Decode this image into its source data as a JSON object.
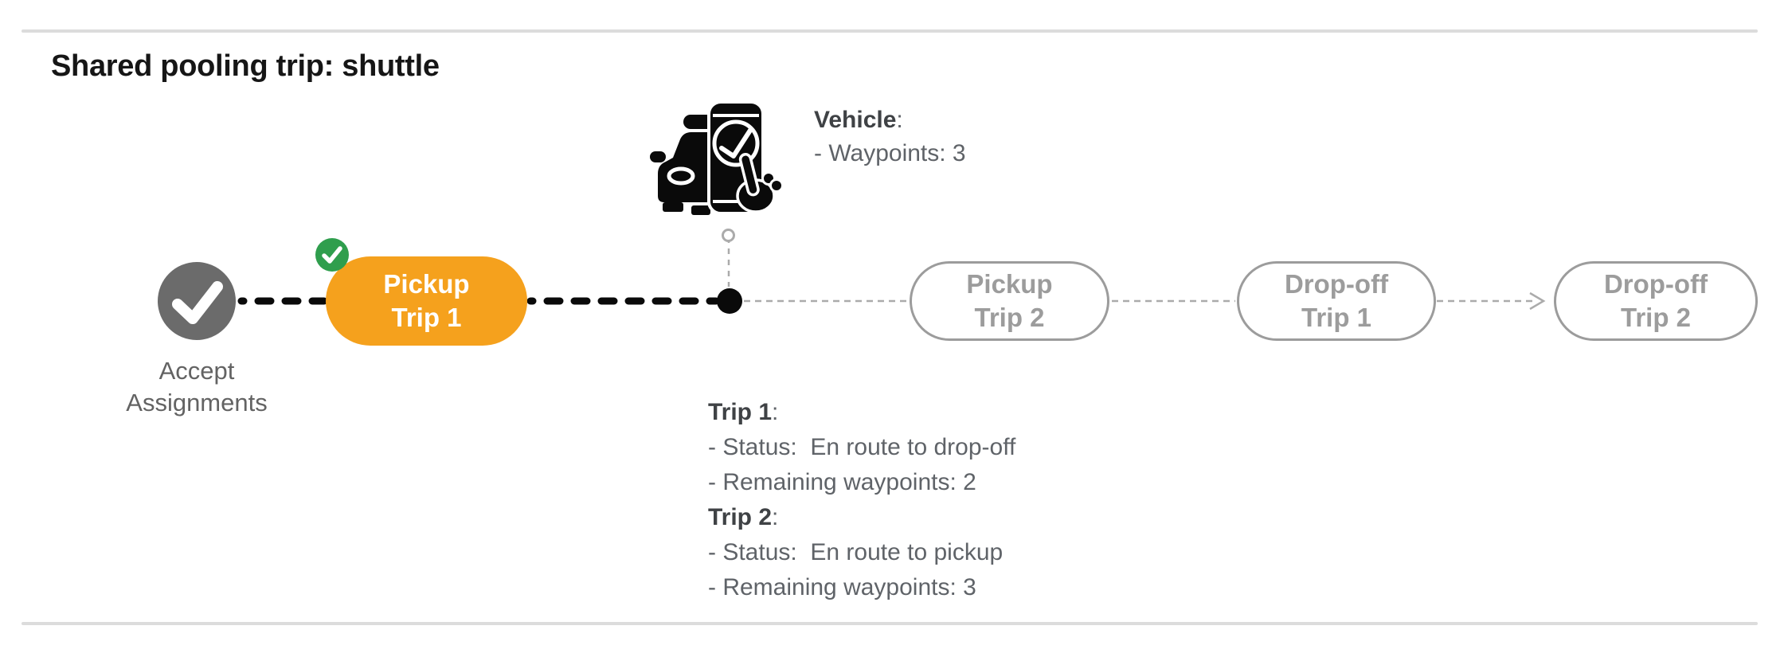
{
  "header": {
    "title": "Shared pooling trip: shuttle"
  },
  "punctuation": {
    "colon": ":"
  },
  "timeline": {
    "accept": {
      "label_line1": "Accept",
      "label_line2": "Assignments"
    },
    "active_pill": {
      "line1": "Pickup",
      "line2": "Trip 1",
      "state": "completed"
    },
    "pending_pills": [
      {
        "line1": "Pickup",
        "line2": "Trip 2"
      },
      {
        "line1": "Drop-off",
        "line2": "Trip 1"
      },
      {
        "line1": "Drop-off",
        "line2": "Trip 2"
      }
    ]
  },
  "vehicle_info": {
    "heading": "Vehicle",
    "waypoints_line": "- Waypoints: 3"
  },
  "trip_info": [
    {
      "heading": "Trip 1",
      "status_line": "- Status:  En route to drop-off",
      "waypoints_line": "- Remaining waypoints: 2"
    },
    {
      "heading": "Trip 2",
      "status_line": "- Status:  En route to pickup",
      "waypoints_line": "- Remaining waypoints: 3"
    }
  ],
  "colors": {
    "active_orange": "#F5A11D",
    "completed_green": "#2F9E4D",
    "completed_gray": "#6B6B6B",
    "pending_border": "#9C9C9C",
    "pending_text": "#9C9C9C",
    "path_black": "#0A0A0A",
    "path_gray": "#ABABAB",
    "divider_gray": "#DCDCDC",
    "title_black": "#161616",
    "label_gray": "#636363",
    "info_gray": "#5F6368",
    "heading_gray": "#3F4245"
  }
}
